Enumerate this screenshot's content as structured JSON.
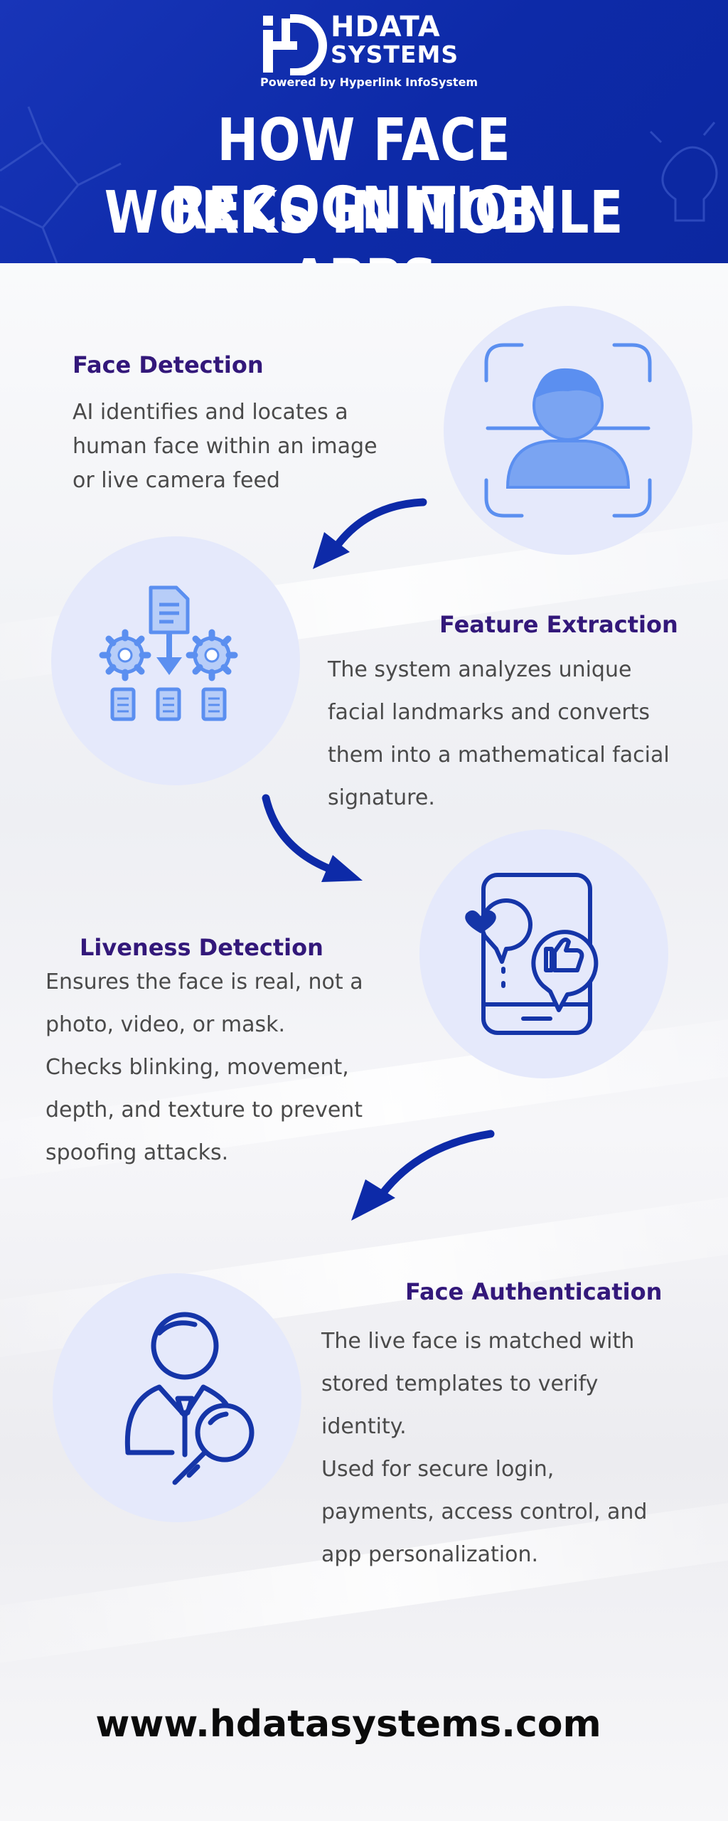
{
  "brand": {
    "logo_letters": "HD",
    "name": "HDATA",
    "sub": "SYSTEMS",
    "powered_by": "Powered by Hyperlink InfoSystem"
  },
  "title": {
    "line1": "HOW FACE RECOGNITION",
    "line2": "WORKS IN MOBILE APPS"
  },
  "steps": [
    {
      "title": "Face Detection",
      "description": "AI identifies and locates a\nhuman face within an image\nor live camera feed",
      "icon": "face-scan-icon"
    },
    {
      "title": "Feature Extraction",
      "description": "The system analyzes unique\nfacial landmarks and converts\nthem into a mathematical facial\nsignature.",
      "icon": "gears-document-icon"
    },
    {
      "title": "Liveness Detection",
      "description": "Ensures the face is real, not a\nphoto, video, or mask.\nChecks blinking, movement,\ndepth, and texture to prevent\nspoofing attacks.",
      "icon": "phone-reactions-icon"
    },
    {
      "title": "Face Authentication",
      "description": "The live face is matched with\nstored templates to verify\nidentity.\n Used for secure login,\npayments, access control, and\napp personalization.",
      "icon": "user-search-icon"
    }
  ],
  "footer": {
    "url": "www.hdatasystems.com"
  },
  "colors": {
    "header_blue": "#0d2aa8",
    "step_title": "#33187a",
    "icon_light_blue": "#5b8ff0",
    "icon_dark_blue": "#1535a8",
    "circle_fill": "#e5e9fb"
  }
}
